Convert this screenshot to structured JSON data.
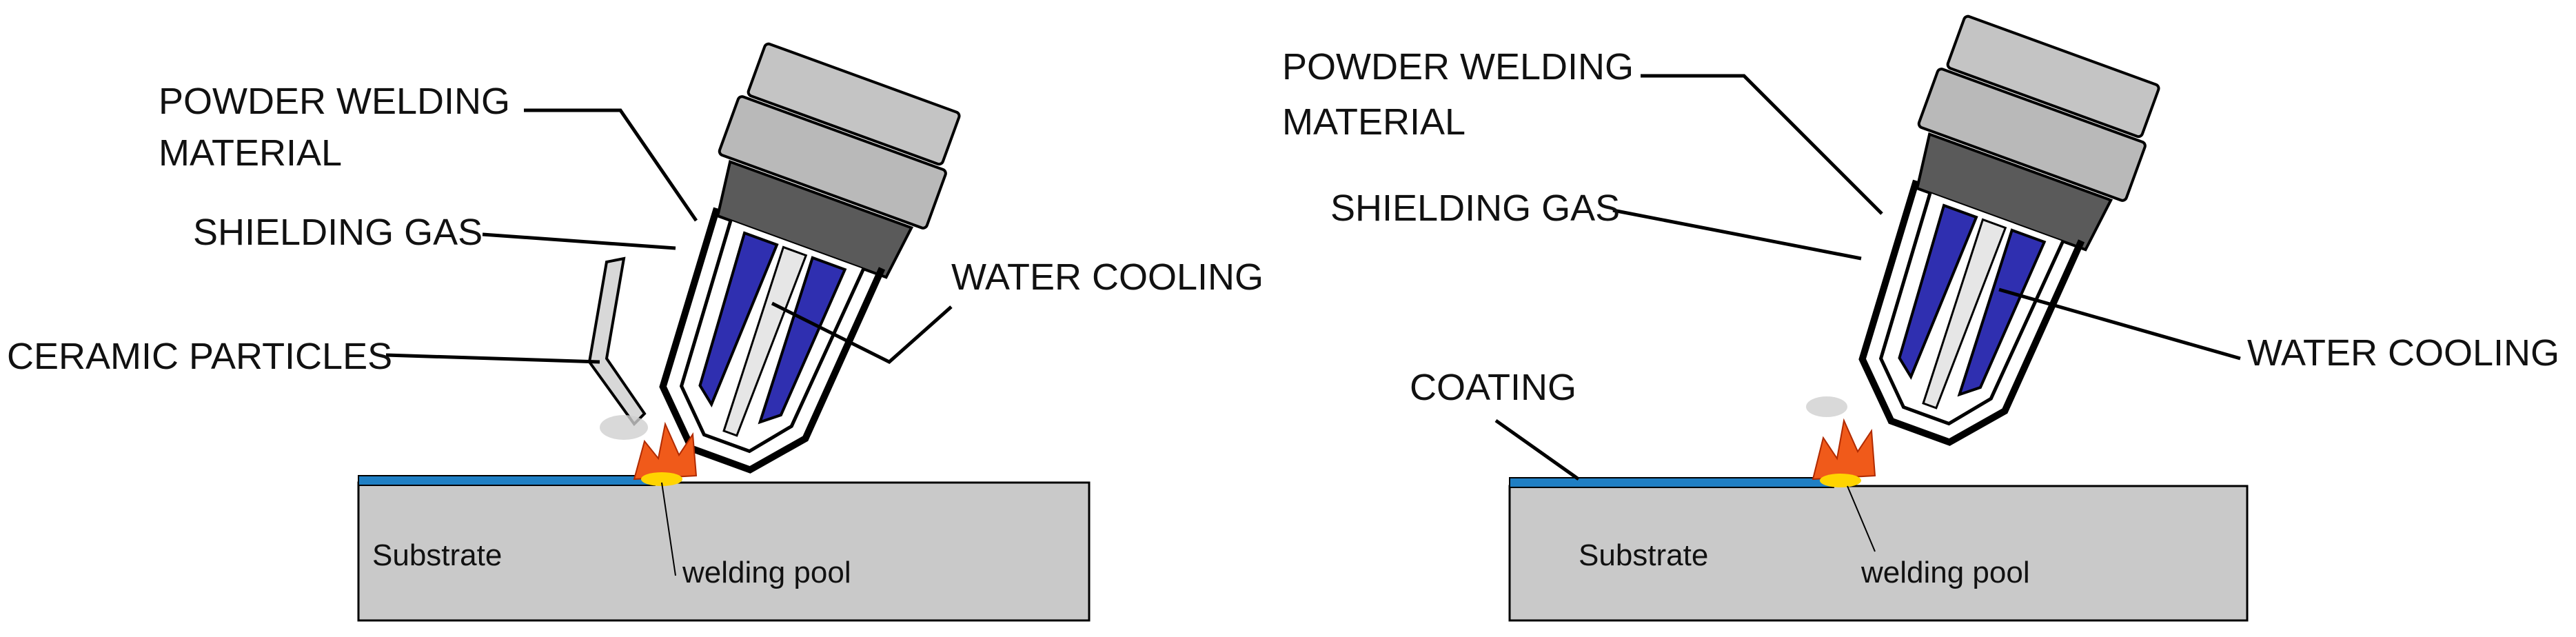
{
  "left_panel": {
    "labels": {
      "powder_line1": "POWDER WELDING",
      "powder_line2": "MATERIAL",
      "shielding_gas": "SHIELDING GAS",
      "water_cooling": "WATER COOLING",
      "ceramic_particles": "CERAMIC PARTICLES",
      "substrate": "Substrate",
      "welding_pool": "welding pool"
    }
  },
  "right_panel": {
    "labels": {
      "powder_line1": "POWDER WELDING",
      "powder_line2": "MATERIAL",
      "shielding_gas": "SHIELDING GAS",
      "water_cooling": "WATER COOLING",
      "coating": "COATING",
      "substrate": "Substrate",
      "welding_pool": "welding pool"
    }
  },
  "colors": {
    "substrate": "#c9c9c9",
    "coating": "#1f7fc4",
    "torch_body": "#b9b9b9",
    "nozzle_dark": "#5a5a5a",
    "cooling_channel": "#2f2fb0",
    "flame": "#f05a1a"
  }
}
